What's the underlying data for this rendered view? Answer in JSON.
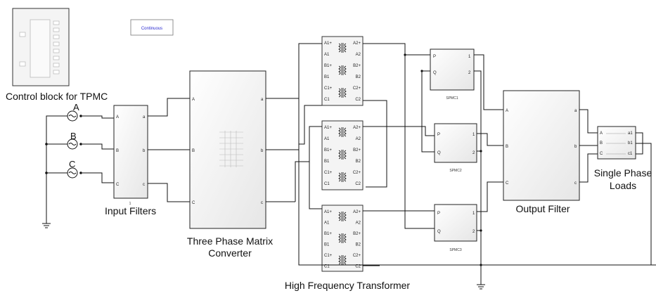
{
  "labels": {
    "control_block": "Control block for TPMC",
    "continuous": "Continuous",
    "input_filters": "Input Filters",
    "matrix_converter_line1": "Three Phase Matrix",
    "matrix_converter_line2": "Converter",
    "hf_transformer": "High Frequency Transformer",
    "output_filter": "Output Filter",
    "single_phase_line1": "Single Phase",
    "single_phase_line2": "Loads",
    "spmc1": "SPMC1",
    "spmc2": "SPMC2",
    "spmc3": "SPMC3",
    "input_filters_index": "1"
  },
  "sources": [
    "A",
    "B",
    "C"
  ],
  "ports": {
    "abc_in": [
      "A",
      "B",
      "C"
    ],
    "abc_out": [
      "a",
      "b",
      "c"
    ],
    "spmc_in": [
      "P",
      "Q"
    ],
    "spmc_out": [
      "1",
      "2"
    ],
    "transformer_left": [
      "A1+",
      "A1",
      "B1+",
      "B1",
      "C1+",
      "C1"
    ],
    "transformer_right": [
      "A2+",
      "A2",
      "B2+",
      "B2",
      "C2+",
      "C2"
    ],
    "loads_out": [
      "a1",
      "b1",
      "c1"
    ]
  }
}
